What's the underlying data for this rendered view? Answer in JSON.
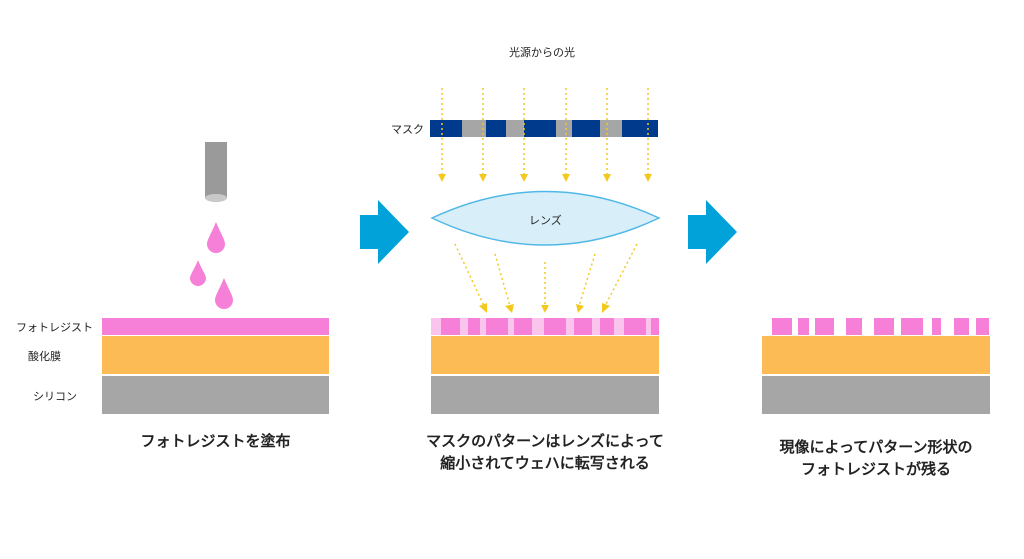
{
  "colors": {
    "photoresist": "#f67fd8",
    "photoresist_light": "#fbc4ec",
    "oxide": "#fdbb55",
    "silicon": "#a6a6a6",
    "arrow": "#00a2d9",
    "mask_dark": "#003a8c",
    "mask_gray": "#a6a6a6",
    "lens_fill": "#d8eef9",
    "lens_stroke": "#4fb8e6",
    "light_ray": "#f3c920",
    "nozzle": "#9a9a9a"
  },
  "layers": {
    "photoresist_label": "フォトレジスト",
    "oxide_label": "酸化膜",
    "silicon_label": "シリコン"
  },
  "step2": {
    "light_source_label": "光源からの光",
    "mask_label": "マスク",
    "lens_label": "レンズ"
  },
  "captions": {
    "step1": "フォトレジストを塗布",
    "step2_line1": "マスクのパターンはレンズによって",
    "step2_line2": "縮小されてウェハに転写される",
    "step3_line1": "現像によってパターン形状の",
    "step3_line2": "フォトレジストが残る"
  },
  "icons": [
    "nozzle-icon",
    "droplet-icon",
    "right-arrow-icon",
    "lens-icon"
  ]
}
